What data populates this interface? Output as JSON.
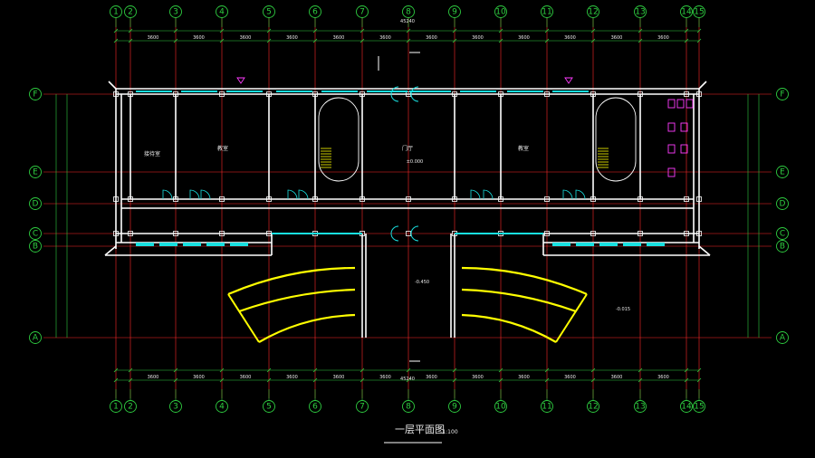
{
  "drawing": {
    "title": "一层平面图",
    "scale": "1:100",
    "overall_dimension": "45240",
    "colors": {
      "axis": "#ff2a2a",
      "bubble": "#2ecc40",
      "wall": "#ffffff",
      "glass": "#18e0e0",
      "stair": "#ffff00",
      "dim": "#e8e8e8",
      "tag": "#ff3cff"
    }
  },
  "axes": {
    "vertical": [
      "1",
      "2",
      "3",
      "4",
      "5",
      "6",
      "7",
      "8",
      "9",
      "10",
      "11",
      "12",
      "13",
      "14",
      "15"
    ],
    "horizontal": [
      "F",
      "E",
      "D",
      "C",
      "B",
      "A"
    ]
  },
  "top_dims": {
    "overall": "45240",
    "bays": [
      "3600",
      "3600",
      "3600",
      "3600",
      "3600",
      "3600",
      "3600",
      "3600",
      "3600",
      "3600",
      "3600",
      "3600"
    ]
  },
  "rooms": [
    {
      "label": "接待室"
    },
    {
      "label": "教室"
    },
    {
      "label": "门厅"
    },
    {
      "label": "教室"
    }
  ],
  "levels": [
    "±0.000",
    "-0.450",
    "-0.015"
  ]
}
